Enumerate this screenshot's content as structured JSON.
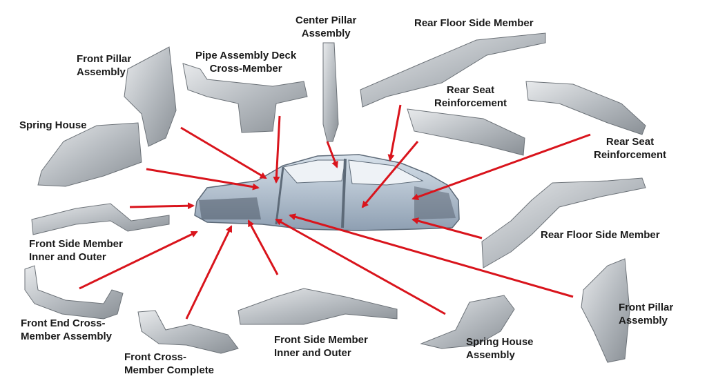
{
  "labels": {
    "center_pillar": [
      "Center Pillar",
      "Assembly"
    ],
    "rear_floor_side_member_top": [
      "Rear Floor Side Member"
    ],
    "front_pillar_left": [
      "Front Pillar",
      "Assembly"
    ],
    "pipe_assembly": [
      "Pipe Assembly Deck",
      "Cross-Member"
    ],
    "rear_seat_reinforcement_1": [
      "Rear Seat",
      "Reinforcement"
    ],
    "rear_seat_reinforcement_2": [
      "Rear Seat",
      "Reinforcement"
    ],
    "spring_house": [
      "Spring House"
    ],
    "rear_floor_side_member_right": [
      "Rear Floor Side Member"
    ],
    "front_side_member_left": [
      "Front Side Member",
      "Inner and Outer"
    ],
    "front_pillar_right": [
      "Front Pillar",
      "Assembly"
    ],
    "front_end_cross_member": [
      "Front End Cross-",
      "Member Assembly"
    ],
    "front_side_member_bottom": [
      "Front Side Member",
      "Inner and Outer"
    ],
    "spring_house_assembly": [
      "Spring House",
      "Assembly"
    ],
    "front_cross_member": [
      "Front Cross-",
      "Member Complete"
    ]
  },
  "colors": {
    "arrow": "#d9141c",
    "part_fill": "#c8ccd0",
    "part_edge": "#6c7278",
    "body_fill": "#b9c7d6",
    "text": "#1a1a1a"
  }
}
